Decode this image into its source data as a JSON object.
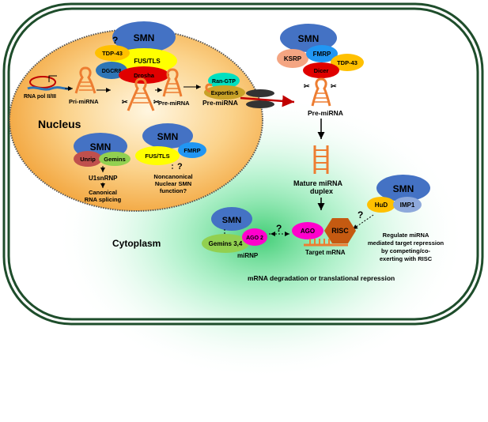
{
  "labels": {
    "nucleus": "Nucleus",
    "cytoplasm": "Cytoplasm",
    "rna_pol": "RNA pol II/III",
    "pri_mirna": "Pri-miRNA",
    "pre_mirna_nuc": "Pre-miRNA",
    "pre_mirna_exp": "Pre-miRNA",
    "pre_mirna_cyto": "Pre-miRNA",
    "u1snrnp": "U1snRNP",
    "canonical_1": "Canonical",
    "canonical_2": "RNA splicing",
    "noncanonical_1": "Noncanonical",
    "noncanonical_2": "Nuclear SMN",
    "noncanonical_3": "function?",
    "mature_1": "Mature miRNA",
    "mature_2": "duplex",
    "mirnp": "miRNP",
    "target_mrna": "Target mRNA",
    "mrna_fate": "mRNA degradation or translational repression",
    "regulate_1": "Regulate miRNA",
    "regulate_2": "mediated target repression",
    "regulate_3": "by competing/co-",
    "regulate_4": "exerting with RISC",
    "q1": "?",
    "q2": "?",
    "q3": "?",
    "q4": "?"
  },
  "proteins": {
    "smn_1": "SMN",
    "tdp43_1": "TDP-43",
    "fus_1": "FUS/TLS",
    "dgcr8": "DGCR8",
    "drosha": "Drosha",
    "ran_gtp": "Ran-GTP",
    "exportin5": "Exportin-5",
    "smn_2": "SMN",
    "ksrp": "KSRP",
    "fmrp_2": "FMRP",
    "tdp43_2": "TDP-43",
    "dicer": "Dicer",
    "smn_3": "SMN",
    "unrip": "Unrip",
    "gemins": "Gemins",
    "smn_4": "SMN",
    "fus_2": "FUS/TLS",
    "fmrp_4": "FMRP",
    "smn_5": "SMN",
    "hud": "HuD",
    "imp1": "IMP1",
    "smn_6": "SMN",
    "gemins34": "Gemins 3,4",
    "ago2": "AGO 2",
    "ago": "AGO",
    "risc": "RISC"
  },
  "colors": {
    "smn": "#4472C4",
    "fus": "#FFFF00",
    "tdp43": "#FFC000",
    "drosha": "#E00000",
    "dgcr8": "#2E75B6",
    "ran_gtp": "#00E0C0",
    "exportin": "#C9A227",
    "ksrp": "#F4A582",
    "fmrp": "#2196F3",
    "unrip": "#C0504D",
    "gemins": "#92D050",
    "hud": "#FFC000",
    "imp1": "#8EA9DB",
    "ago": "#FF00CC",
    "risc": "#C55A11",
    "nucleus_fill": "#F7B042",
    "cell_border": "#1E4D2B",
    "rna": "#ED7D31"
  }
}
